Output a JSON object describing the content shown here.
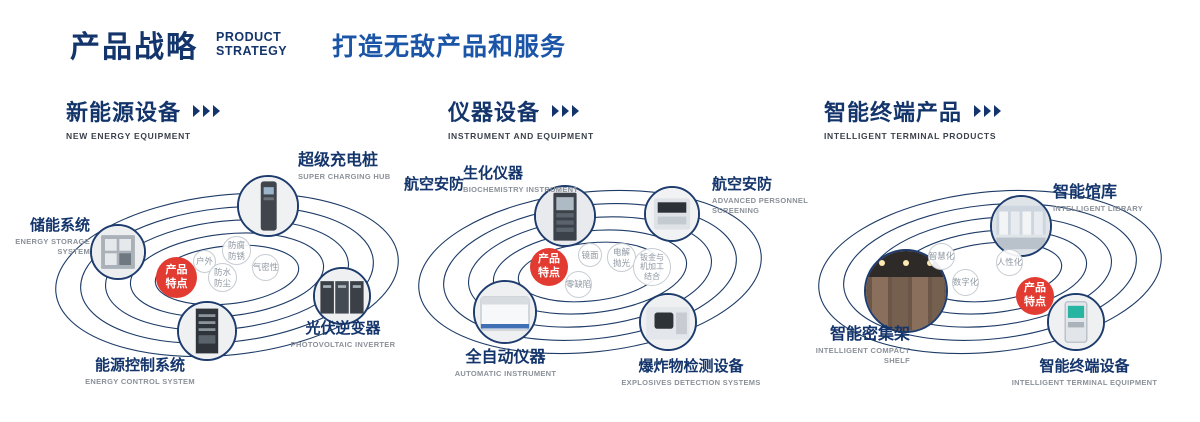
{
  "header": {
    "title_cn": "产品战略",
    "title_en_line1": "PRODUCT",
    "title_en_line2": "STRATEGY",
    "subtitle": "打造无敌产品和服务"
  },
  "colors": {
    "navy": "#14356b",
    "blue": "#1b55a8",
    "red": "#e23b31"
  },
  "icons": {
    "heading_arrow": "▶▶▶"
  },
  "sections": [
    {
      "heading_cn": "新能源设备",
      "heading_en": "NEW ENERGY EQUIPMENT",
      "center_label": "产品特点",
      "tags": [
        "户外",
        "防腐防锈",
        "气密性",
        "防水防尘"
      ],
      "nodes": [
        {
          "cn": "储能系统",
          "en": "ENERGY STORAGE SYSTEM"
        },
        {
          "cn": "超级充电桩",
          "en": "SUPER CHARGING HUB"
        },
        {
          "cn": "光伏逆变器",
          "en": "PHOTOVOLTAIC INVERTER"
        },
        {
          "cn": "能源控制系统",
          "en": "ENERGY CONTROL SYSTEM"
        }
      ]
    },
    {
      "heading_cn": "仪器设备",
      "heading_en": "INSTRUMENT AND EQUIPMENT",
      "center_label": "产品特点",
      "extra_label": "航空安防",
      "tags": [
        "镜面",
        "电解抛光",
        "钣金与机加工结合",
        "零缺陷"
      ],
      "nodes": [
        {
          "cn": "生化仪器",
          "en": "BIOCHEMISTRY INSTRUMENT"
        },
        {
          "cn": "航空安防",
          "en": "ADVANCED PERSONNEL SCREENING"
        },
        {
          "cn": "全自动仪器",
          "en": "AUTOMATIC INSTRUMENT"
        },
        {
          "cn": "爆炸物检测设备",
          "en": "EXPLOSIVES DETECTION SYSTEMS"
        }
      ]
    },
    {
      "heading_cn": "智能终端产品",
      "heading_en": "INTELLIGENT TERMINAL PRODUCTS",
      "center_label": "产品特点",
      "tags": [
        "智慧化",
        "人性化",
        "数字化"
      ],
      "nodes": [
        {
          "cn": "智能馆库",
          "en": "INTELLIGENT LIBRARY"
        },
        {
          "cn": "智能密集架",
          "en": "INTELLIGENT COMPACT SHELF"
        },
        {
          "cn": "智能终端设备",
          "en": "INTELLIGENT TERMINAL EQUIPMENT"
        }
      ]
    }
  ]
}
